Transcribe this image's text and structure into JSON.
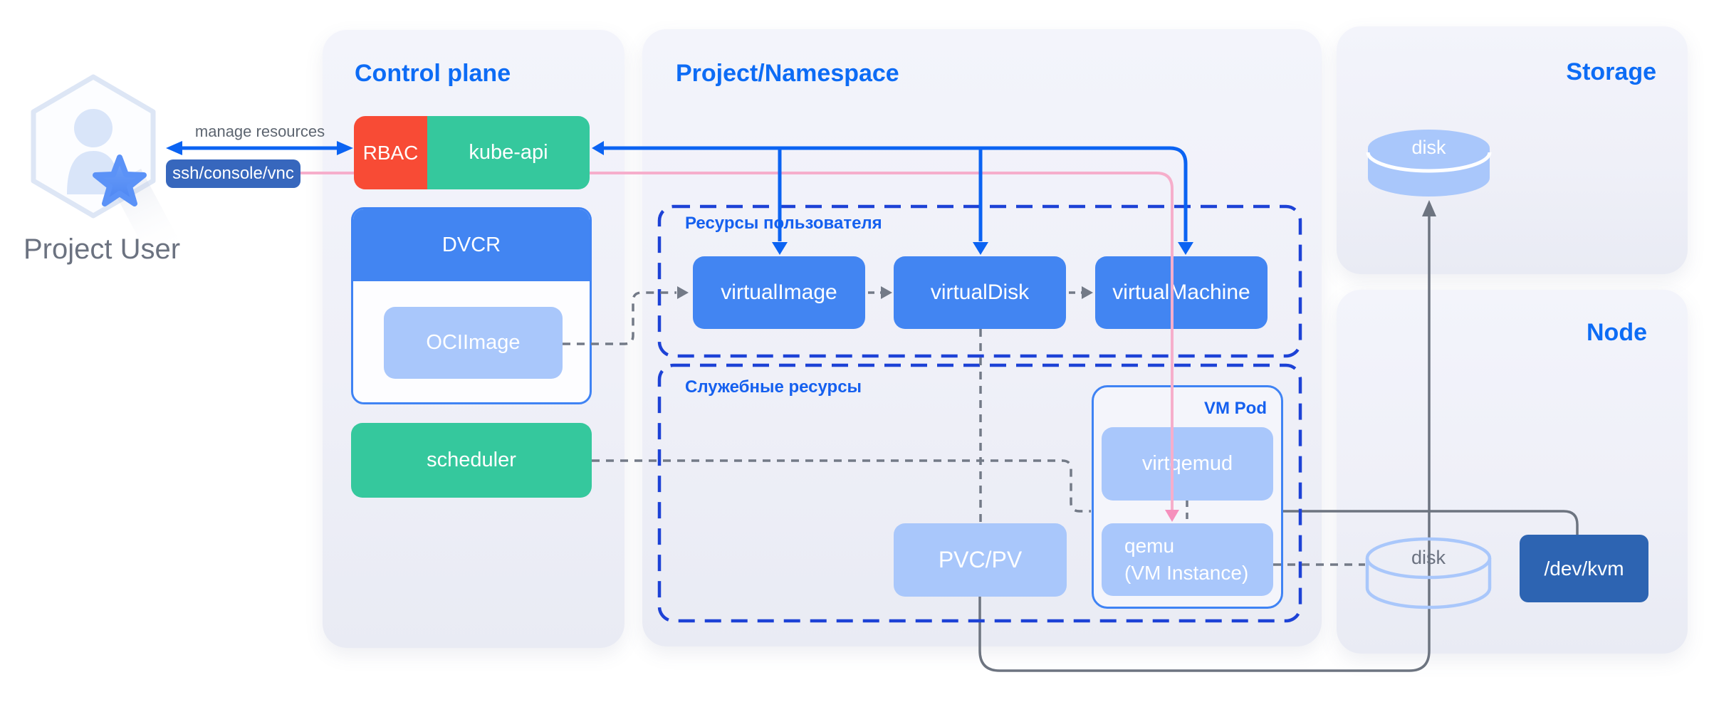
{
  "user": {
    "name": "Project User",
    "manage_label": "manage resources",
    "ssh_label": "ssh/console/vnc"
  },
  "control_plane": {
    "title": "Control plane",
    "rbac_label": "RBAC",
    "kube_api_label": "kube-api",
    "dvcr_label": "DVCR",
    "oci_image_label": "OCIImage",
    "scheduler_label": "scheduler"
  },
  "project": {
    "title": "Project/Namespace",
    "user_resources": {
      "label": "Ресурсы пользователя",
      "items": [
        {
          "label": "virtualImage"
        },
        {
          "label": "virtualDisk"
        },
        {
          "label": "virtualMachine"
        }
      ]
    },
    "service_resources": {
      "label": "Служебные ресурсы",
      "pvc_label": "PVC/PV",
      "vm_pod": {
        "label": "VM Pod",
        "virtqemud_label": "virtqemud",
        "qemu_label_line1": "qemu",
        "qemu_label_line2": "(VM Instance)"
      }
    }
  },
  "storage": {
    "title": "Storage",
    "disk_label": "disk"
  },
  "node": {
    "title": "Node",
    "disk_label": "disk",
    "dev_kvm_label": "/dev/kvm"
  },
  "colors": {
    "title_blue": "#0d6cf5",
    "label_blue": "#1560ef",
    "box_blue": "#4285f2",
    "box_light_blue": "#a9c7fb",
    "green": "#35c89d",
    "red": "#f84b35",
    "pill_blue": "#3767bd",
    "dev_kvm_blue": "#2d64b2",
    "dashed_border_blue": "#1d42d6",
    "line_blue": "#0b63f2",
    "pink_line": "#f6aecb",
    "pink_arrow": "#f58fbc",
    "gray_line": "#6d7480",
    "text_gray": "#6b7280",
    "panel_bg": "#f0f1f8"
  }
}
